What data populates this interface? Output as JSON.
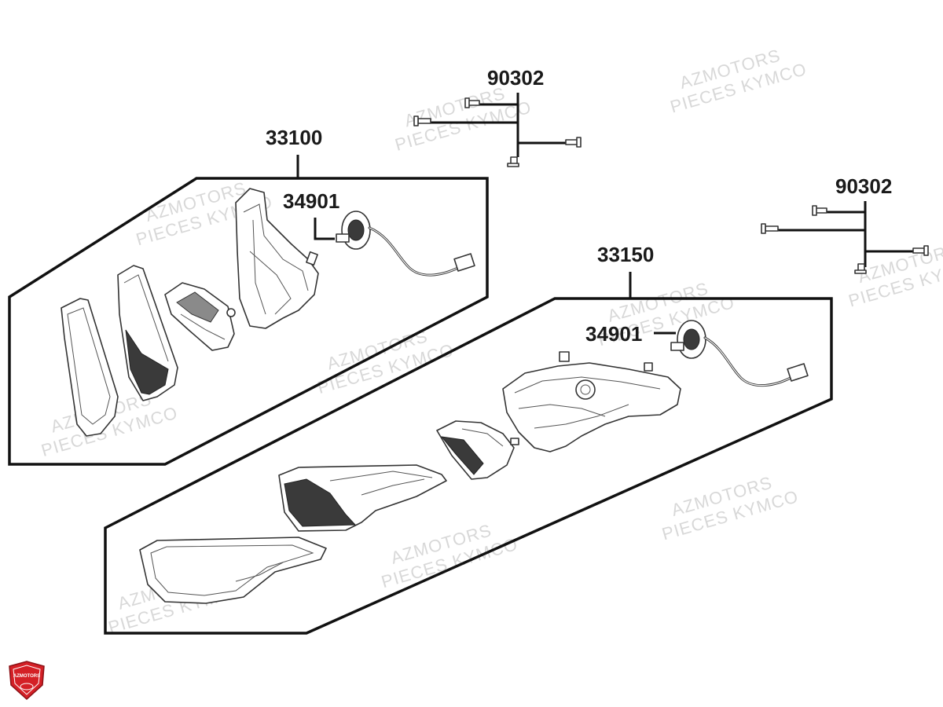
{
  "labels": {
    "left_assembly": "33100",
    "left_socket": "34901",
    "top_screws": "90302",
    "right_screws": "90302",
    "right_assembly": "33150",
    "right_socket": "34901"
  },
  "watermark": {
    "line1": "AZMOTORS",
    "line2": "PIECES KYMCO"
  },
  "logo": {
    "text": "AZMOTORS",
    "color": "#d42026"
  }
}
